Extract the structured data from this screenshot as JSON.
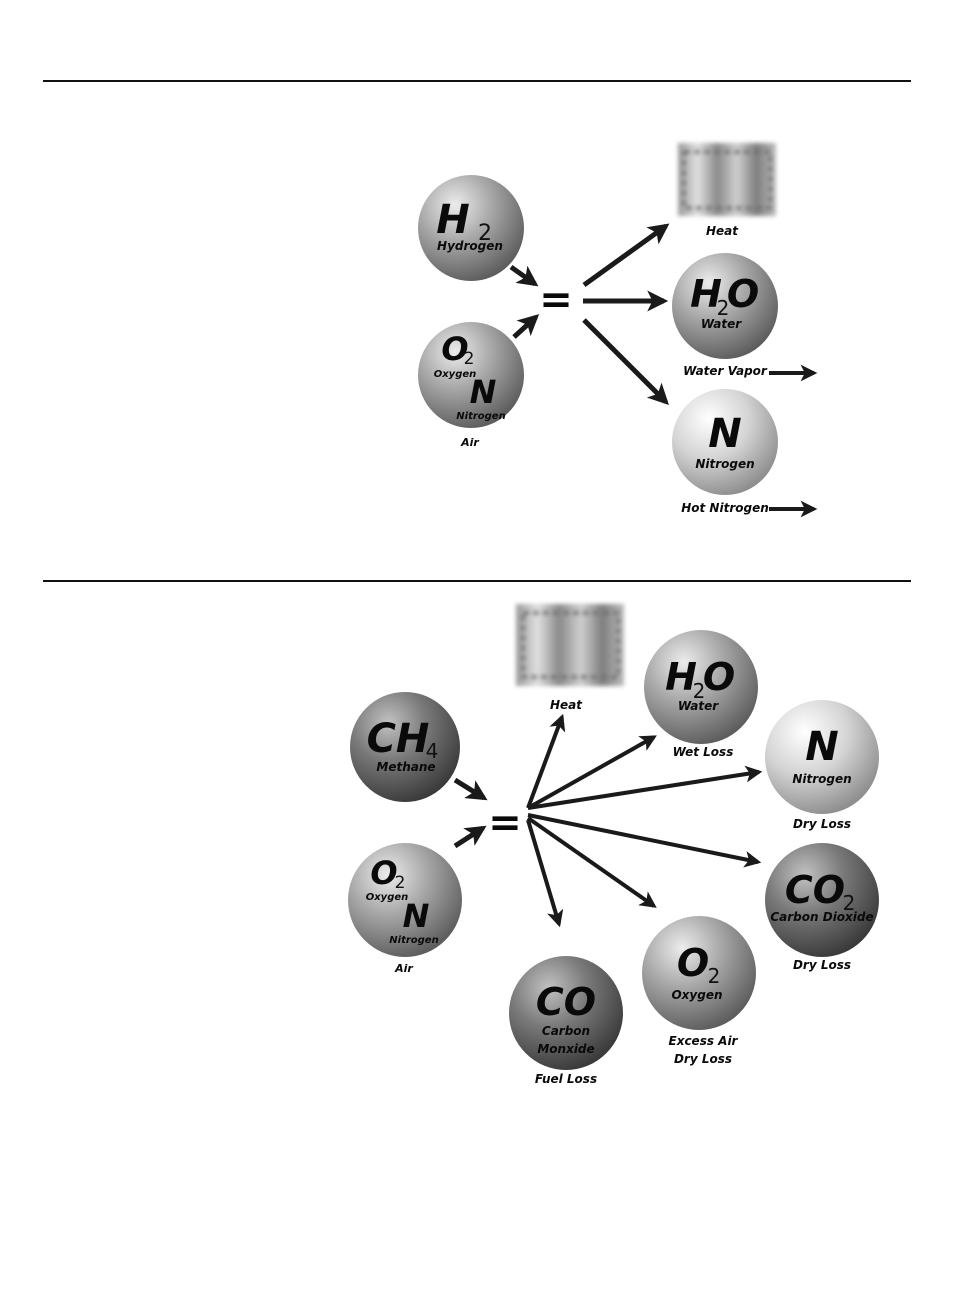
{
  "top": {
    "inputs": {
      "hydrogen": {
        "symbol": "H",
        "sub": "2",
        "name": "Hydrogen"
      },
      "air": {
        "oxygen_symbol": "O",
        "oxygen_sub": "2",
        "oxygen_name": "Oxygen",
        "nitrogen_symbol": "N",
        "nitrogen_name": "Nitrogen",
        "caption": "Air"
      }
    },
    "equals": "=",
    "outputs": {
      "heat": {
        "caption": "Heat"
      },
      "water": {
        "sym_a": "H",
        "sub": "2",
        "sym_b": "O",
        "name": "Water",
        "caption": "Water Vapor"
      },
      "nitrogen": {
        "symbol": "N",
        "name": "Nitrogen",
        "caption": "Hot Nitrogen"
      }
    }
  },
  "bottom": {
    "inputs": {
      "methane": {
        "symbol": "CH",
        "sub": "4",
        "name": "Methane"
      },
      "air": {
        "oxygen_symbol": "O",
        "oxygen_sub": "2",
        "oxygen_name": "Oxygen",
        "nitrogen_symbol": "N",
        "nitrogen_name": "Nitrogen",
        "caption": "Air"
      }
    },
    "equals": "=",
    "outputs": {
      "heat": {
        "caption": "Heat"
      },
      "water": {
        "sym_a": "H",
        "sub": "2",
        "sym_b": "O",
        "name": "Water",
        "caption": "Wet Loss"
      },
      "nitrogen": {
        "symbol": "N",
        "name": "Nitrogen",
        "caption": "Dry Loss"
      },
      "co2": {
        "symbol": "CO",
        "sub": "2",
        "name": "Carbon Dioxide",
        "caption": "Dry Loss"
      },
      "oxygen": {
        "symbol": "O",
        "sub": "2",
        "name": "Oxygen",
        "caption_line1": "Excess Air",
        "caption_line2": "Dry Loss"
      },
      "co": {
        "symbol": "CO",
        "name_line1": "Carbon",
        "name_line2": "Monxide",
        "caption": "Fuel Loss"
      }
    }
  },
  "colors": {
    "rule": "#111111",
    "arrow": "#1a1a1a",
    "ink": "#0a0a0a"
  }
}
